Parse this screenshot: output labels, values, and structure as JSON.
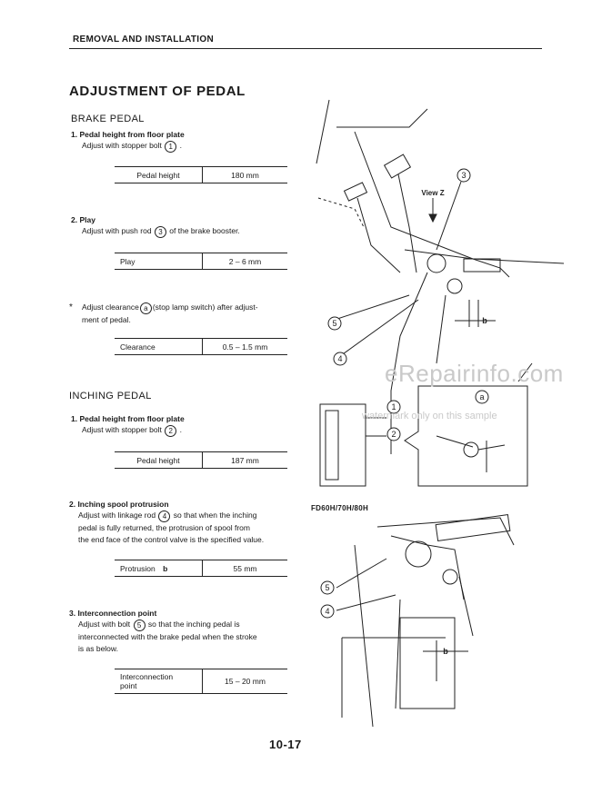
{
  "header": "REMOVAL AND INSTALLATION",
  "title": "ADJUSTMENT OF PEDAL",
  "brake": {
    "heading": "BRAKE PEDAL",
    "step1_title": "1. Pedal height from floor plate",
    "step1_text": "Adjust with stopper bolt",
    "step1_ref": "1",
    "table1": {
      "label": "Pedal height",
      "value": "180 mm"
    },
    "step2_title": "2. Play",
    "step2_text_a": "Adjust with push rod",
    "step2_ref": "3",
    "step2_text_b": "of the brake booster.",
    "table2": {
      "label": "Play",
      "value": "2 – 6 mm"
    },
    "note_star": "*",
    "note_text_a": "Adjust clearance",
    "note_ref": "a",
    "note_text_b": "(stop lamp switch) after adjust-",
    "note_text_c": "ment of pedal.",
    "table3": {
      "label": "Clearance",
      "value": "0.5 – 1.5 mm"
    }
  },
  "inching": {
    "heading": "INCHING PEDAL",
    "step1_title": "1. Pedal height from floor plate",
    "step1_text": "Adjust with stopper bolt",
    "step1_ref": "2",
    "table1": {
      "label": "Pedal height",
      "value": "187 mm"
    },
    "step2_title": "2. Inching spool protrusion",
    "step2_line1_a": "Adjust with linkage rod",
    "step2_ref": "4",
    "step2_line1_b": "so that when the inching",
    "step2_line2": "pedal is fully returned, the protrusion of spool from",
    "step2_line3": "the end face of the control valve is the specified value.",
    "table2": {
      "label": "Protrusion",
      "label_b": "b",
      "value": "55 mm"
    },
    "step3_title": "3. Interconnection point",
    "step3_line1_a": "Adjust with bolt",
    "step3_ref": "5",
    "step3_line1_b": "so that the inching pedal is",
    "step3_line2": "interconnected with the brake pedal when the stroke",
    "step3_line3": "is as below.",
    "table3": {
      "label_line1": "Interconnection",
      "label_line2": "point",
      "value": "15 – 20 mm"
    }
  },
  "figure": {
    "view_label": "View Z",
    "callout_3": "3",
    "callout_5": "5",
    "callout_4": "4",
    "callout_1": "1",
    "callout_2": "2",
    "callout_a": "a",
    "dim_b": "b",
    "caption_model": "FD60H/70H/80H",
    "callout_5b": "5",
    "callout_4b": "4",
    "dim_b2": "b"
  },
  "watermark": "eRepairinfo.com",
  "watermark_sub": "watermark only on this sample",
  "page_number": "10-17"
}
